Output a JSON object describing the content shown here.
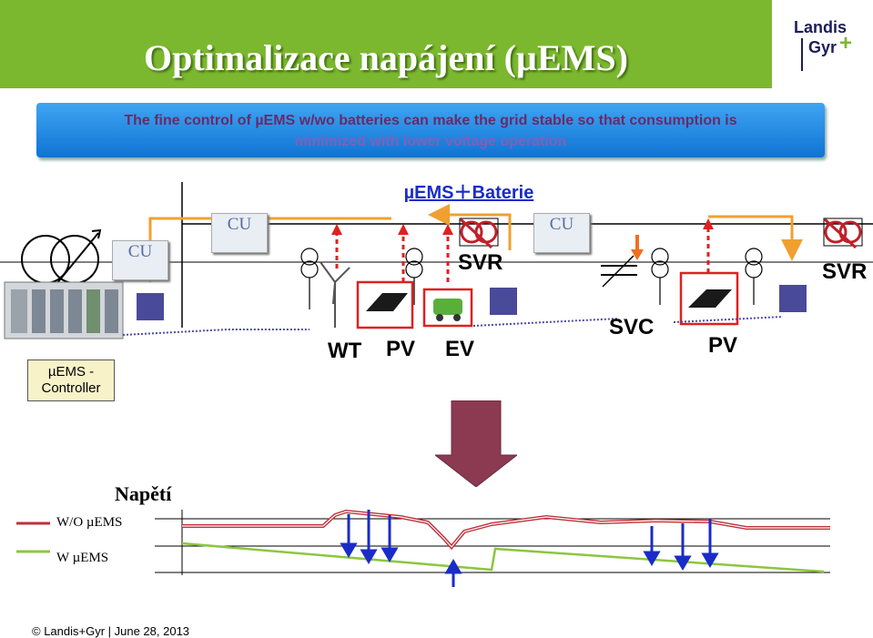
{
  "title": "Optimalizace napájení (µEMS)",
  "logo": {
    "line1": "Landis",
    "line2": "Gyr",
    "plus": "+"
  },
  "banner": {
    "line1": "The fine control of µEMS w/wo batteries can make the grid stable so that consumption is",
    "line2": "minimized with lower voltage operation"
  },
  "heading": "µEMS＋Baterie",
  "cu_labels": [
    "CU",
    "CU",
    "CU"
  ],
  "devices": {
    "wt": "WT",
    "pv1": "PV",
    "ev": "EV",
    "svr1": "SVR",
    "svc": "SVC",
    "pv2": "PV",
    "svr2": "SVR"
  },
  "controller": {
    "line1": "µEMS -",
    "line2": "Controller"
  },
  "voltage_section": {
    "title": "Napětí",
    "legend_wo": "W/O µEMS",
    "legend_w": "W µEMS",
    "colors": {
      "wo": "#c0303a",
      "w": "#8cc63f"
    }
  },
  "footer": "© Landis+Gyr | June 28, 2013",
  "colors": {
    "title_bar": "#7cb82f",
    "banner": "#1b82e0",
    "arrow": "#8b3a52"
  }
}
